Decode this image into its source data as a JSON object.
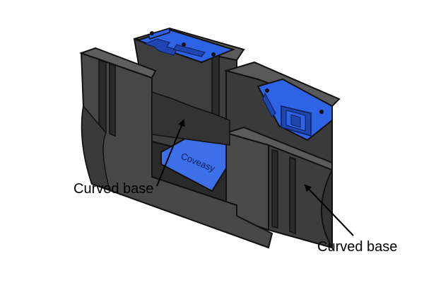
{
  "labels": {
    "callout_left": "Curved base",
    "callout_right": "Curved base",
    "base_text": "Coveasy"
  },
  "colors": {
    "body_dark": "#3a3a3a",
    "body_mid": "#4b4b4b",
    "body_light": "#5a5a5a",
    "outline": "#111111",
    "blue": "#2f63e6",
    "blue_dark": "#1f45b0",
    "arrow": "#000000",
    "background": "#ffffff"
  },
  "icons": {
    "arrow": "arrow-icon",
    "clamp": "clamp-icon",
    "screw": "screw-icon"
  }
}
